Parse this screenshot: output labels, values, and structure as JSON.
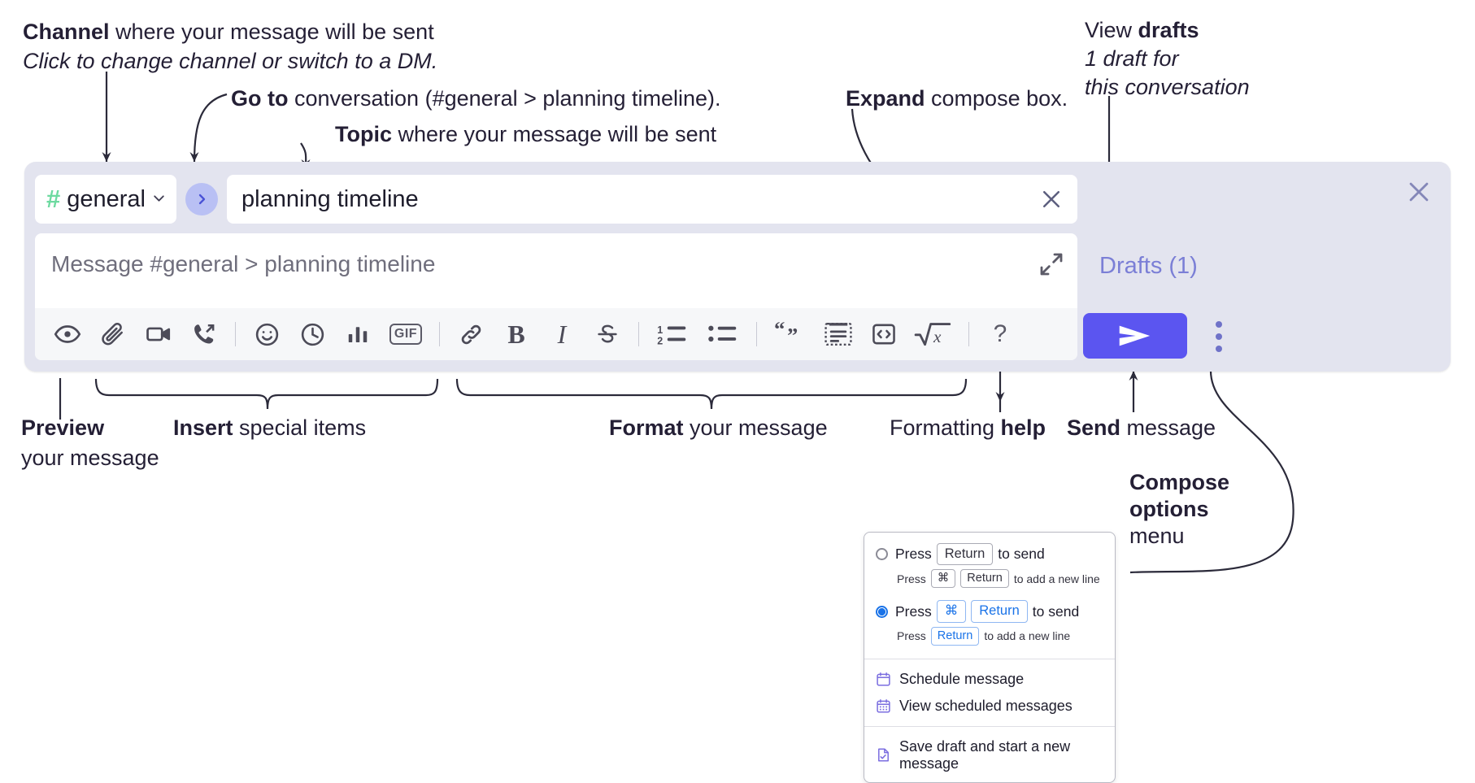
{
  "annotations": {
    "channel": {
      "bold": "Channel",
      "rest": " where your message will be sent",
      "italic": "Click to change channel or switch to a DM."
    },
    "goto": {
      "bold": "Go to",
      "rest": " conversation (#general > planning timeline)."
    },
    "topic": {
      "bold": "Topic",
      "rest": " where your message will be sent"
    },
    "expand": {
      "bold": "Expand",
      "rest": " compose box."
    },
    "drafts": {
      "bold_pre": "View ",
      "bold": "drafts",
      "italic1": "1 draft for",
      "italic2": "this conversation"
    },
    "preview": {
      "bold": "Preview",
      "rest": "your message"
    },
    "insert": {
      "bold": "Insert",
      "rest": " special items"
    },
    "format": {
      "bold": "Format",
      "rest": " your message"
    },
    "help": {
      "pre": "Formatting ",
      "bold": "help"
    },
    "send": {
      "bold": "Send",
      "rest": " message"
    },
    "compose_options": {
      "bold1": "Compose",
      "bold2": "options",
      "rest": "menu"
    }
  },
  "compose": {
    "channel_name": "general",
    "hash_icon": "#",
    "chevron_icon": "chevron-down",
    "goto_icon": "chevron-right",
    "topic_value": "planning timeline",
    "clear_icon": "close",
    "message_placeholder": "Message #general > planning timeline",
    "expand_icon": "expand-diagonal",
    "drafts_label": "Drafts (1)",
    "close_icon": "close",
    "send_icon": "paper-plane",
    "options_icon": "kebab-vertical",
    "toolbar": [
      {
        "name": "preview-icon",
        "label": "Preview"
      },
      {
        "name": "attachment-icon",
        "label": "Attach file"
      },
      {
        "name": "video-icon",
        "label": "Record video clip"
      },
      {
        "name": "audio-call-icon",
        "label": "Record audio clip"
      },
      {
        "name": "divider",
        "label": ""
      },
      {
        "name": "emoji-icon",
        "label": "Emoji"
      },
      {
        "name": "clock-icon",
        "label": "Schedule"
      },
      {
        "name": "poll-icon",
        "label": "Poll"
      },
      {
        "name": "gif-icon",
        "label": "GIF"
      },
      {
        "name": "divider",
        "label": ""
      },
      {
        "name": "link-icon",
        "label": "Link"
      },
      {
        "name": "bold-icon",
        "label": "B"
      },
      {
        "name": "italic-icon",
        "label": "I"
      },
      {
        "name": "strikethrough-icon",
        "label": "Strikethrough"
      },
      {
        "name": "divider",
        "label": ""
      },
      {
        "name": "ordered-list-icon",
        "label": "Ordered list"
      },
      {
        "name": "bullet-list-icon",
        "label": "Bulleted list"
      },
      {
        "name": "divider",
        "label": ""
      },
      {
        "name": "blockquote-icon",
        "label": "Blockquote"
      },
      {
        "name": "code-block-icon",
        "label": "Code block"
      },
      {
        "name": "inline-code-icon",
        "label": "Code"
      },
      {
        "name": "math-icon",
        "label": "Math"
      },
      {
        "name": "divider",
        "label": ""
      },
      {
        "name": "help-icon",
        "label": "?"
      }
    ]
  },
  "menu": {
    "option1": {
      "pre": "Press",
      "key": "Return",
      "post": "to send",
      "sub_pre": "Press",
      "sub_key1": "⌘",
      "sub_key2": "Return",
      "sub_post": "to add a new line",
      "selected": false
    },
    "option2": {
      "pre": "Press",
      "key1": "⌘",
      "key2": "Return",
      "post": "to send",
      "sub_pre": "Press",
      "sub_key": "Return",
      "sub_post": "to add a new line",
      "selected": true
    },
    "items": [
      {
        "icon": "calendar-icon",
        "label": "Schedule message"
      },
      {
        "icon": "calendar-grid-icon",
        "label": "View scheduled messages"
      },
      {
        "icon": "document-check-icon",
        "label": "Save draft and start a new message"
      }
    ]
  },
  "colors": {
    "panel_bg": "#e3e4ef",
    "accent": "#5b55f0",
    "drafts_text": "#7b7fd6",
    "hash_green": "#6ddaa0",
    "menu_purple": "#7b6ee0",
    "radio_blue": "#1a73e8"
  }
}
